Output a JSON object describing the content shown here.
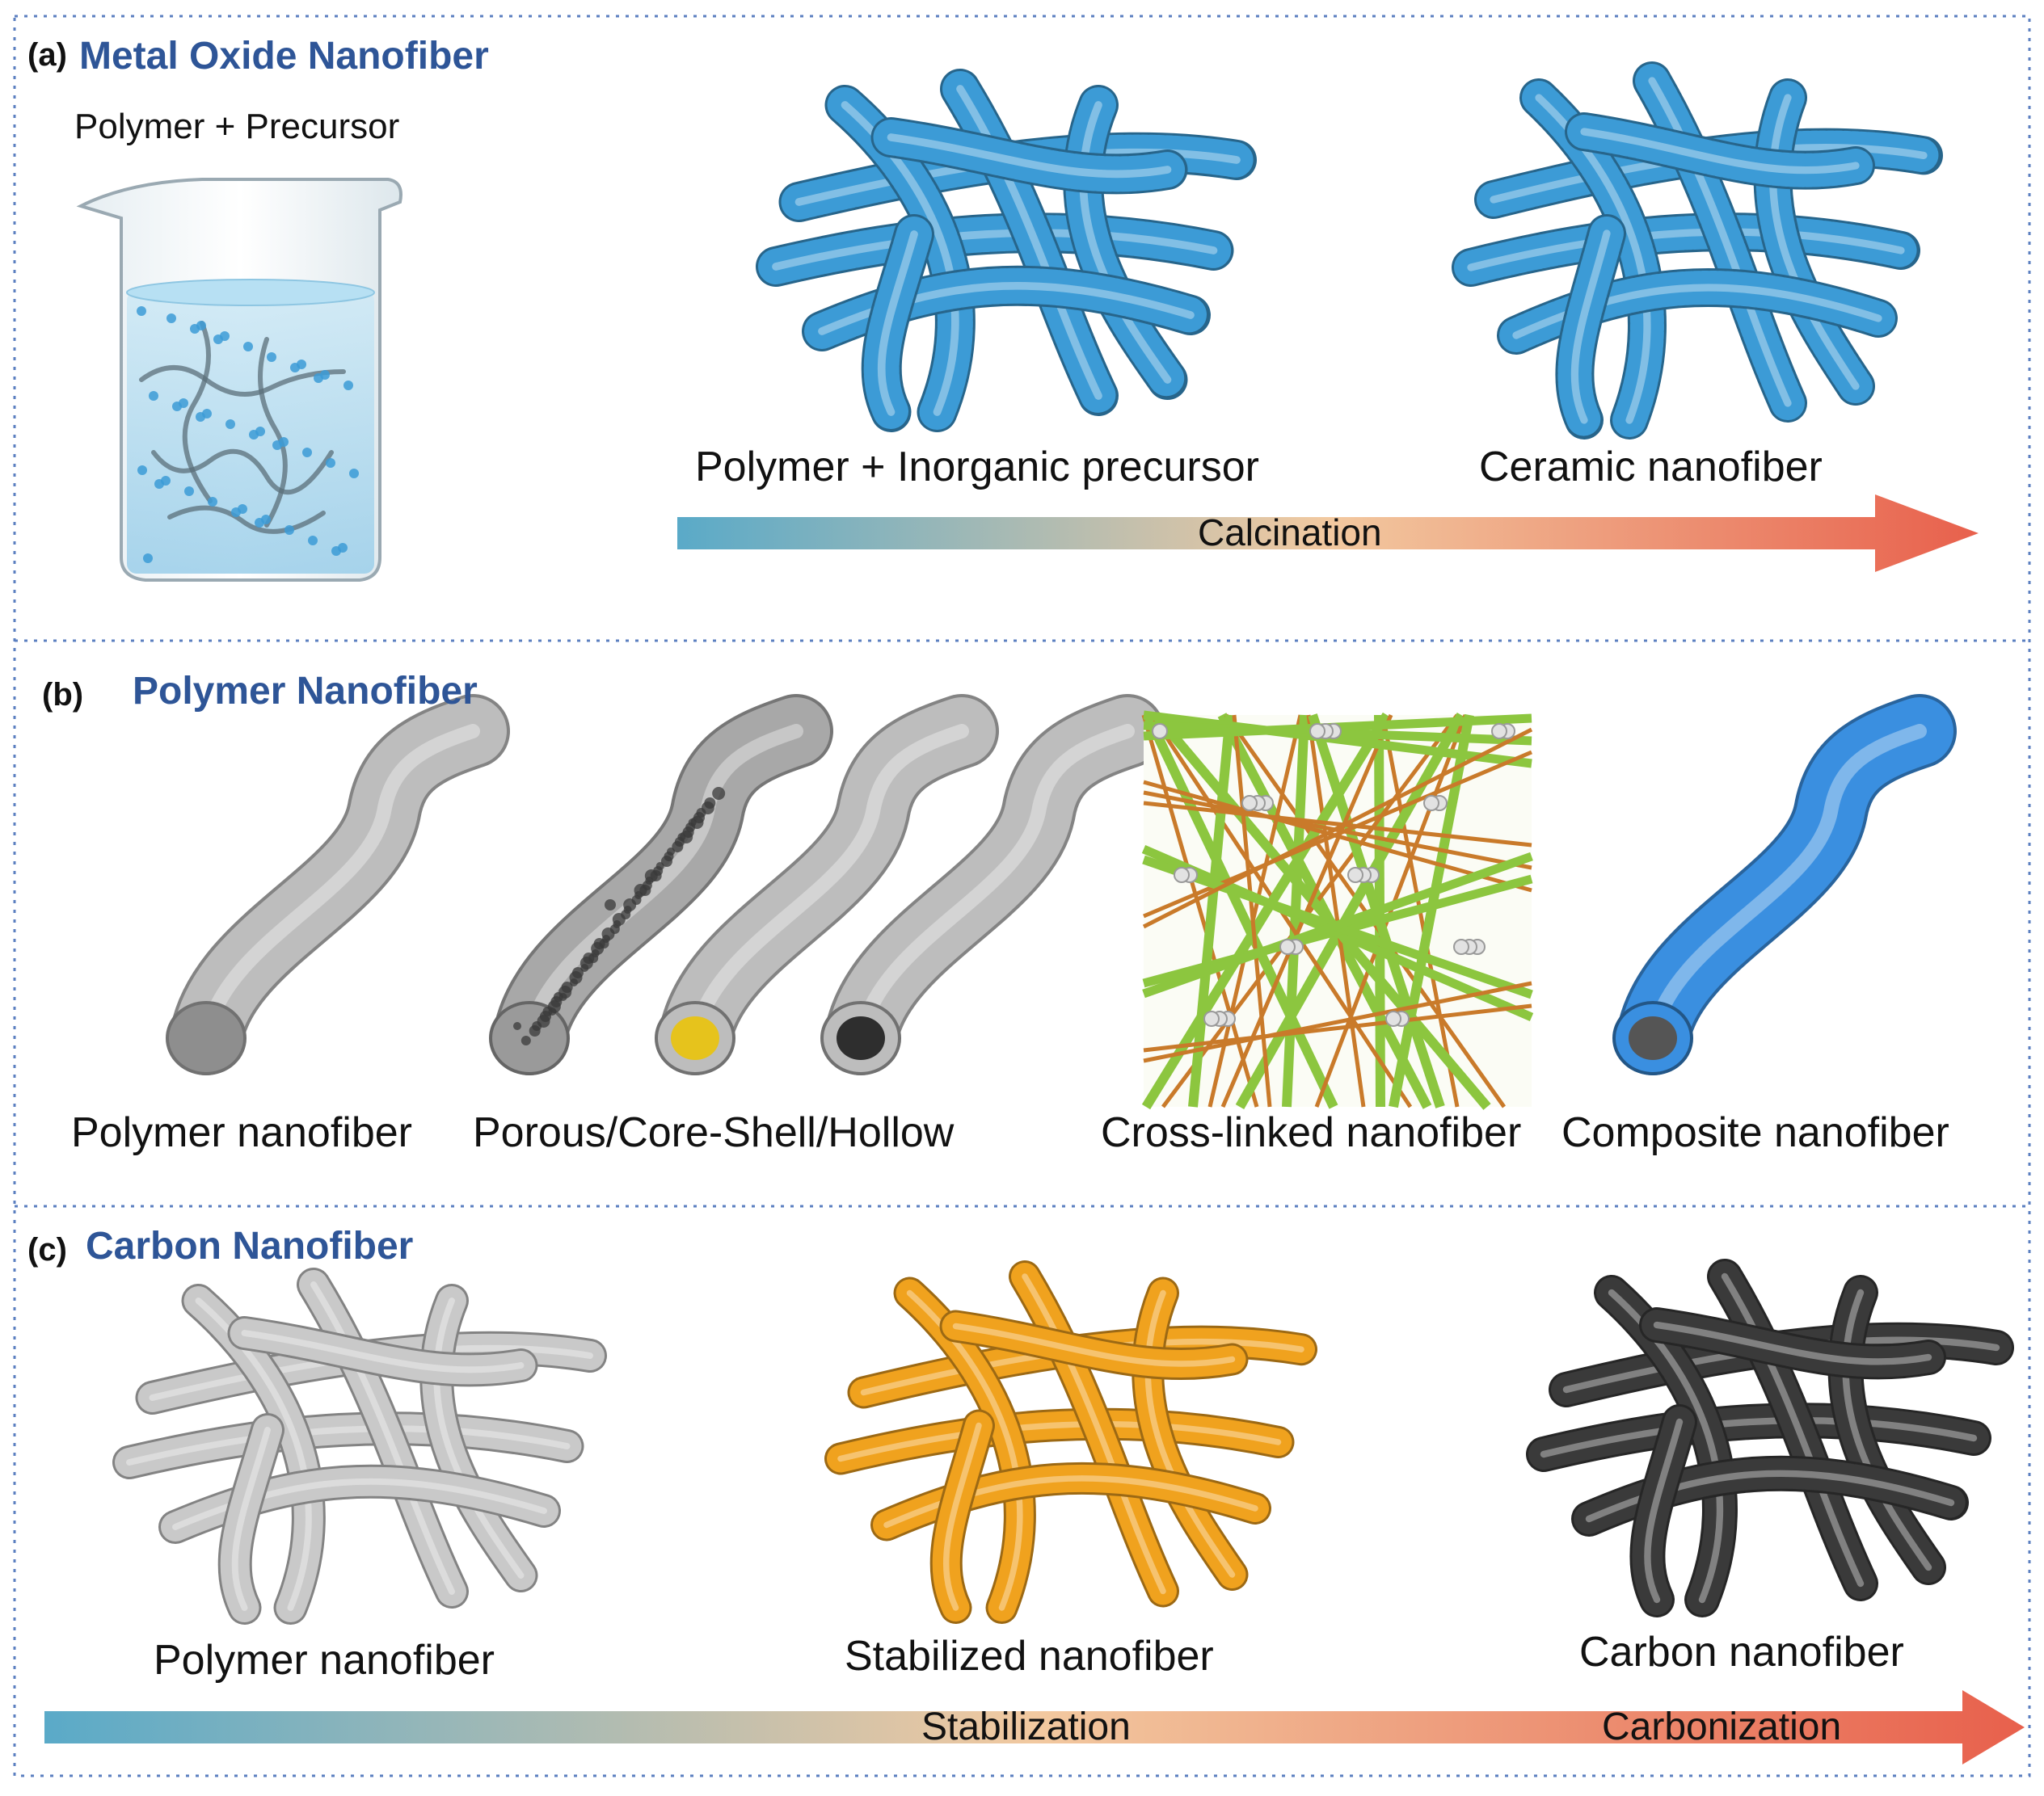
{
  "panels": {
    "a": {
      "letter": "(a)",
      "title": "Metal Oxide Nanofiber",
      "beaker_label": "Polymer + Precursor",
      "caption_1": "Polymer + Inorganic precursor",
      "caption_2": "Ceramic nanofiber",
      "arrow_label": "Calcination"
    },
    "b": {
      "letter": "(b)",
      "title": "Polymer Nanofiber",
      "caption_1": "Polymer nanofiber",
      "caption_2": "Porous/Core-Shell/Hollow",
      "caption_3": "Cross-linked nanofiber",
      "caption_4": "Composite nanofiber"
    },
    "c": {
      "letter": "(c)",
      "title": "Carbon Nanofiber",
      "caption_1": "Polymer nanofiber",
      "caption_2": "Stabilized nanofiber",
      "caption_3": "Carbon nanofiber",
      "arrow_label_1": "Stabilization",
      "arrow_label_2": "Carbonization"
    }
  },
  "colors": {
    "title_blue": "#2e5597",
    "border_blue": "#5b7fc0",
    "gradient_start": "#5aaac8",
    "gradient_mid": "#f2c9a0",
    "gradient_end": "#e8604c",
    "ceramic_blue": "#3c9bd6",
    "polymer_gray": "#c9c9c9",
    "stabilized_orange": "#f0a21e",
    "carbon_black": "#3a3a3a",
    "core_yellow": "#e6c31c",
    "composite_blue": "#3a8fe0"
  }
}
